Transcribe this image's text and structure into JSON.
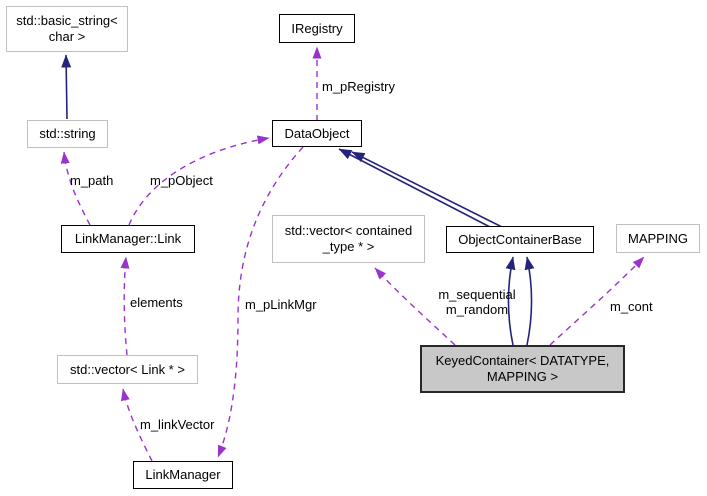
{
  "diagram": {
    "type": "collaboration-graph",
    "colors": {
      "background": "#ffffff",
      "inheritance_edge": "#24247b",
      "usage_edge": "#9a32cd",
      "documented_node_border": "#000000",
      "external_node_border": "#c0c0c0",
      "current_node_fill": "#c8c8c8",
      "node_fill": "#ffffff",
      "text": "#000000"
    }
  },
  "nodes": {
    "basic_string": {
      "lines": [
        "std::basic_string<",
        "char >"
      ]
    },
    "std_string": {
      "label": "std::string"
    },
    "iregistry": {
      "label": "IRegistry"
    },
    "data_object": {
      "label": "DataObject"
    },
    "link_manager_link": {
      "label": "LinkManager::Link"
    },
    "vector_contained": {
      "lines": [
        "std::vector< contained",
        "_type * >"
      ]
    },
    "object_container_base": {
      "label": "ObjectContainerBase"
    },
    "mapping": {
      "label": "MAPPING"
    },
    "keyed_container": {
      "lines": [
        "KeyedContainer< DATATYPE,",
        "MAPPING >"
      ]
    },
    "vector_link": {
      "label": "std::vector< Link * >"
    },
    "link_manager": {
      "label": "LinkManager"
    }
  },
  "edge_labels": {
    "m_pRegistry": "m_pRegistry",
    "m_path": "m_path",
    "m_pObject": "m_pObject",
    "elements": "elements",
    "m_pLinkMgr": "m_pLinkMgr",
    "m_sequential": "m_sequential",
    "m_random": "m_random",
    "m_cont": "m_cont",
    "m_linkVector": "m_linkVector"
  }
}
